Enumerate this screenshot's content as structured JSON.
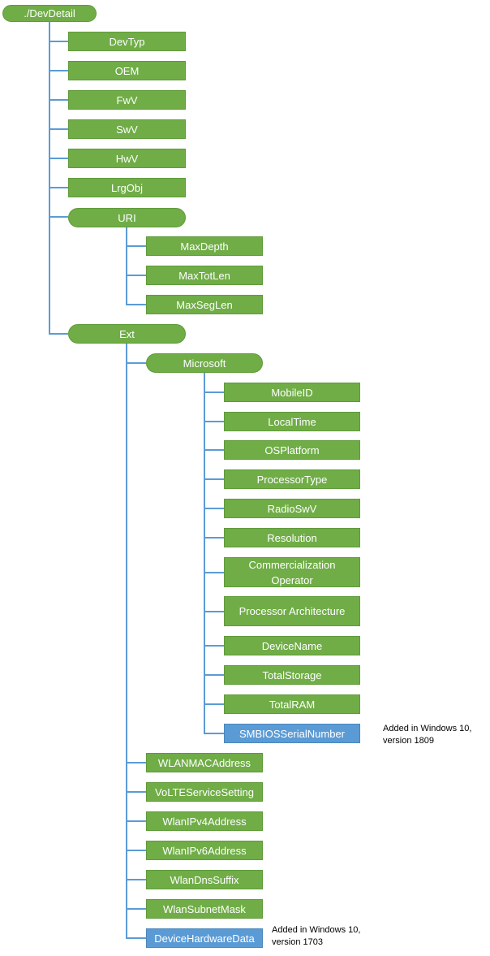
{
  "tree": {
    "root": {
      "label": "./DevDetail",
      "color": "#70ad47"
    },
    "children": [
      {
        "id": "devtyp",
        "label": "DevTyp"
      },
      {
        "id": "oem",
        "label": "OEM"
      },
      {
        "id": "fwv",
        "label": "FwV"
      },
      {
        "id": "swv",
        "label": "SwV"
      },
      {
        "id": "hwv",
        "label": "HwV"
      },
      {
        "id": "lrgobj",
        "label": "LrgObj"
      },
      {
        "id": "uri",
        "label": "URI",
        "children": [
          {
            "id": "maxdepth",
            "label": "MaxDepth"
          },
          {
            "id": "maxtotlen",
            "label": "MaxTotLen"
          },
          {
            "id": "maxseglen",
            "label": "MaxSegLen"
          }
        ]
      },
      {
        "id": "ext",
        "label": "Ext",
        "children": [
          {
            "id": "microsoft",
            "label": "Microsoft",
            "children": [
              {
                "id": "mobileid",
                "label": "MobileID"
              },
              {
                "id": "localtime",
                "label": "LocalTime"
              },
              {
                "id": "osplatform",
                "label": "OSPlatform"
              },
              {
                "id": "processortype",
                "label": "ProcessorType"
              },
              {
                "id": "radioswv",
                "label": "RadioSwV"
              },
              {
                "id": "resolution",
                "label": "Resolution"
              },
              {
                "id": "commercializationoperator",
                "label": "Commercialization Operator"
              },
              {
                "id": "processorarchitecture",
                "label": "Processor Architecture"
              },
              {
                "id": "devicename",
                "label": "DeviceName"
              },
              {
                "id": "totalstorage",
                "label": "TotalStorage"
              },
              {
                "id": "totalram",
                "label": "TotalRAM"
              },
              {
                "id": "smbiosserialnumber",
                "label": "SMBIOSSerialNumber",
                "highlight": true,
                "note": "Added in Windows 10, version 1809"
              }
            ]
          },
          {
            "id": "wlanmacaddress",
            "label": "WLANMACAddress"
          },
          {
            "id": "volteservicesetting",
            "label": "VoLTEServiceSetting"
          },
          {
            "id": "wlanipv4address",
            "label": "WlanIPv4Address"
          },
          {
            "id": "wlanipv6address",
            "label": "WlanIPv6Address"
          },
          {
            "id": "wlandnssuffix",
            "label": "WlanDnsSuffix"
          },
          {
            "id": "wlansubnetmask",
            "label": "WlanSubnetMask"
          },
          {
            "id": "devicehardwaredata",
            "label": "DeviceHardwareData",
            "highlight": true,
            "note": "Added in Windows 10, version 1703"
          }
        ]
      }
    ]
  },
  "colors": {
    "node": "#70ad47",
    "highlight": "#5b9bd5",
    "connector": "#5b9bd5"
  }
}
